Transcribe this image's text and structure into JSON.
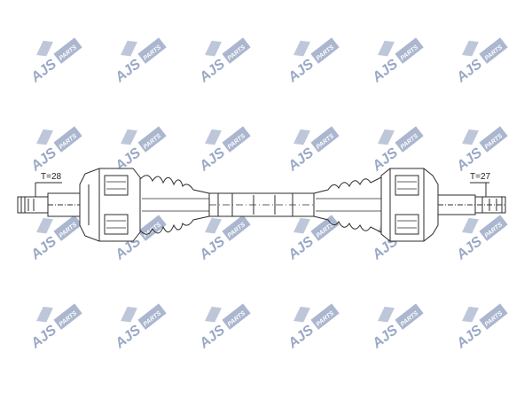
{
  "watermark": {
    "brand_text": "AJS",
    "sub_text": "PARTS",
    "color": "#1f3f7f",
    "accent_color": "#e9edf6"
  },
  "drawing": {
    "line_color": "#2b2b2b",
    "left_label": "T=28",
    "right_label": "T=27"
  }
}
